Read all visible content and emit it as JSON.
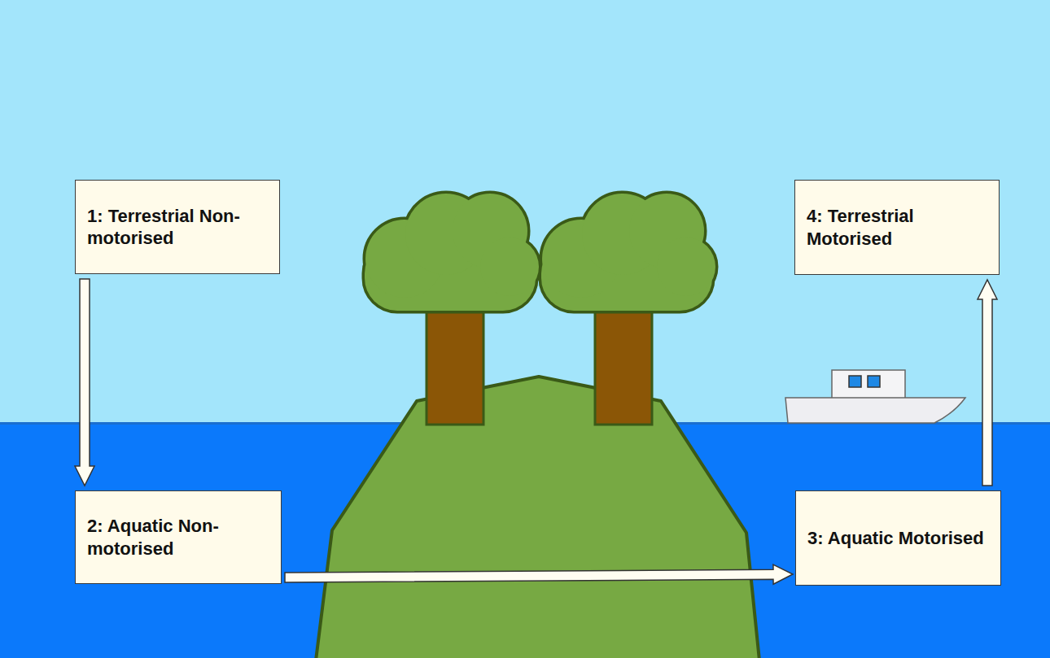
{
  "diagram": {
    "nodes": [
      {
        "text": [
          "1: Terrestrial Non-motorised"
        ]
      },
      {
        "text": [
          "2: Aquatic Non-motorised"
        ]
      },
      {
        "text": [
          "3: Aquatic Motorised"
        ]
      },
      {
        "text": [
          "4: Terrestrial Motorised"
        ]
      }
    ],
    "edges": [
      {
        "from": 0,
        "to": 1,
        "arrow": "to"
      },
      {
        "from": 1,
        "to": 2,
        "arrow": "to"
      },
      {
        "from": 2,
        "to": 3,
        "arrow": "to"
      }
    ]
  }
}
